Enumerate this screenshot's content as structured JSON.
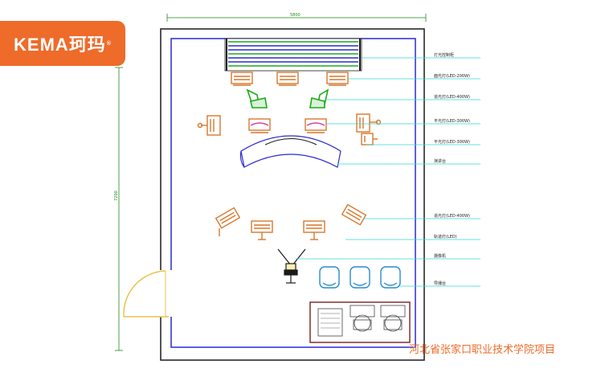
{
  "logo": {
    "text": "KEMA珂玛",
    "reg_mark": "®"
  },
  "project_title": "河北省张家口职业技术学院项目",
  "dimensions": {
    "width": "5800",
    "height": "7200"
  },
  "callouts": [
    "灯光控制柜",
    "面光灯(LED-200W)",
    "追光灯(LED-400W)",
    "平光灯(LED-300W)",
    "平光灯(LED-300W)",
    "演讲台",
    "追光灯(LED-400W)",
    "轨道灯(LED)",
    "摄像机",
    "导播台"
  ],
  "colors": {
    "fixture": "#d9772b",
    "wall": "#1a1a1a",
    "inner_wall": "#2a2ad0",
    "leader": "#33d6d6",
    "dimension": "#1e8a1e",
    "spot": "#1aaa1a",
    "door": "#e8c34a",
    "pink": "#d03fa8",
    "logo_bg": "#ee6b2a"
  }
}
